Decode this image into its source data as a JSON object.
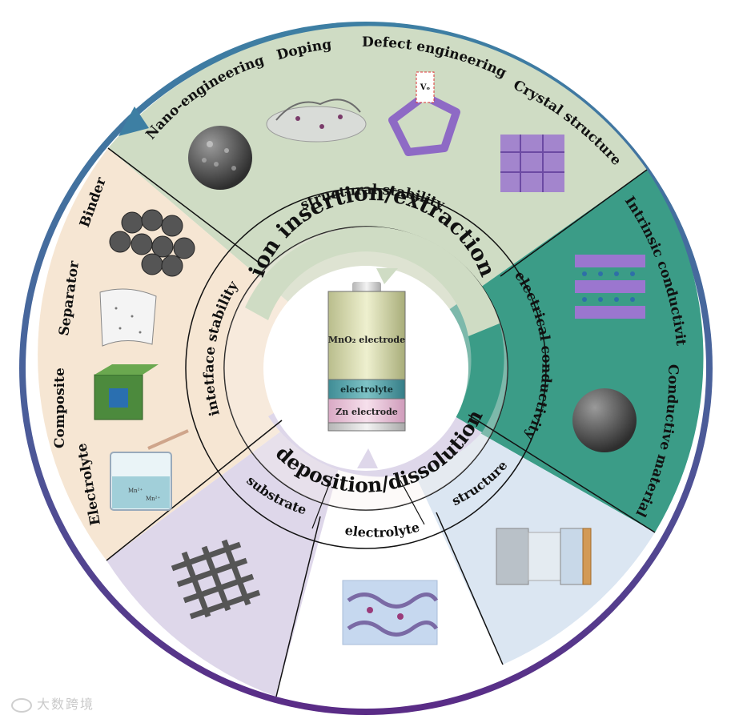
{
  "colors": {
    "ring_top": "#3d7fa3",
    "ring_bottom": "#5a2b86",
    "top_sector": "#cfdcc4",
    "right_sector": "#3b9c87",
    "left_sector": "#f6e6d3",
    "bottom_sector": "#ded7ea",
    "bottom_right_sector": "#dbe6f2"
  },
  "center": {
    "battery": {
      "electrode_top": "MnO₂ electrode",
      "electrolyte": "electrolyte",
      "electrode_bottom": "Zn electrode"
    },
    "inner_ring": {
      "top": "ion insertion/extraction",
      "bottom": "deposition/dissolution"
    }
  },
  "middle_ring": {
    "structural": "structural stability",
    "electrical": "electrical conductivity",
    "interface": "intetface stability",
    "substrate": "substrate",
    "electrolyte": "electrolyte",
    "structure": "structure"
  },
  "outer": {
    "top": [
      "Nano-engineering",
      "Doping",
      "Defect engineering",
      "Crystal structure"
    ],
    "right": [
      "Intrinsic conductivity",
      "Conductive material"
    ],
    "left": [
      "Binder",
      "Separator",
      "Composite",
      "Electrolyte"
    ]
  },
  "illustration_labels": {
    "vacancy": "Vₒ",
    "ion": "Mn²⁺"
  },
  "icons": [
    "nanoparticle-sphere-icon",
    "doped-sheet-icon",
    "vacancy-lattice-icon",
    "crystal-structure-icon",
    "layered-structure-icon",
    "conductive-sphere-icon",
    "binder-particles-icon",
    "separator-sheet-icon",
    "composite-cube-icon",
    "beaker-icon",
    "mesh-substrate-icon",
    "electrolyte-wave-icon",
    "cell-stack-icon"
  ],
  "watermark": "大数跨境"
}
